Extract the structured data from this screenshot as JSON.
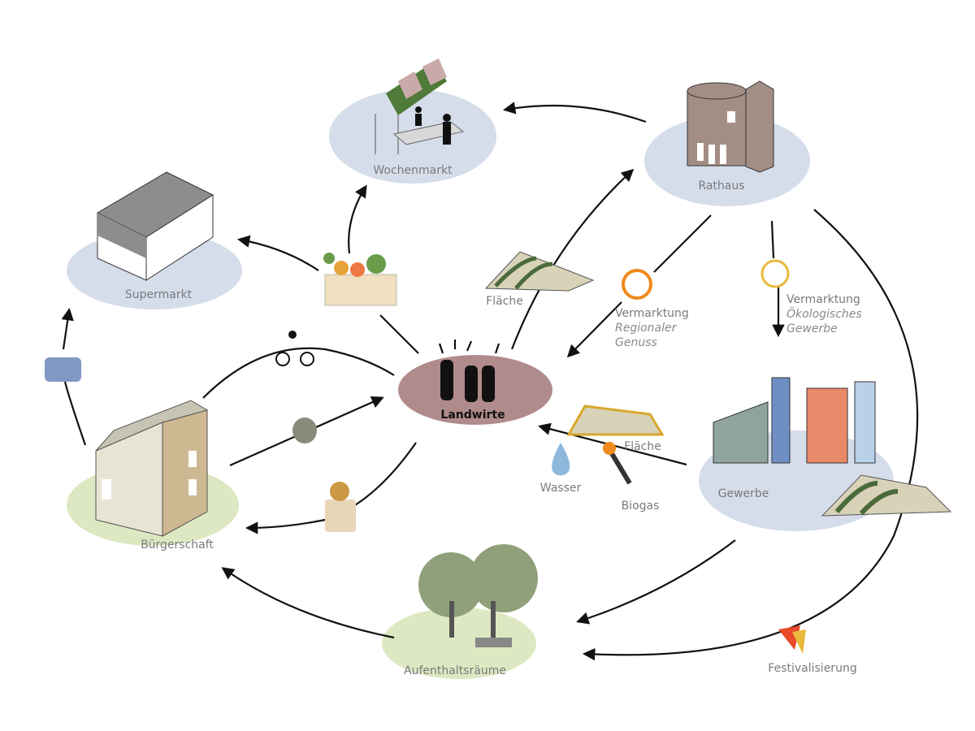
{
  "nodes": {
    "wochenmarkt": "Wochenmarkt",
    "rathaus": "Rathaus",
    "supermarkt": "Supermarkt",
    "landwirte": "Landwirte",
    "buergerschaft": "Bürgerschaft",
    "gewerbe": "Gewerbe",
    "aufenthaltsraeume": "Aufenthaltsräume"
  },
  "labels": {
    "flaeche_1": "Fläche",
    "flaeche_2": "Fläche",
    "wasser": "Wasser",
    "biogas": "Biogas",
    "festivalisierung": "Festivalisierung",
    "vermarktung_regional": [
      "Vermarktung",
      "Regionaler",
      "Genuss"
    ],
    "vermarktung_oeko": [
      "Vermarktung",
      "Ökologisches",
      "Gewerbe"
    ]
  },
  "colors": {
    "blue_area": "#d5ddeb",
    "green_area": "#dde8c2",
    "landwirte": "#b08b8c",
    "orange_badge": "#f08a1c",
    "yellow_badge": "#e8b93a"
  }
}
